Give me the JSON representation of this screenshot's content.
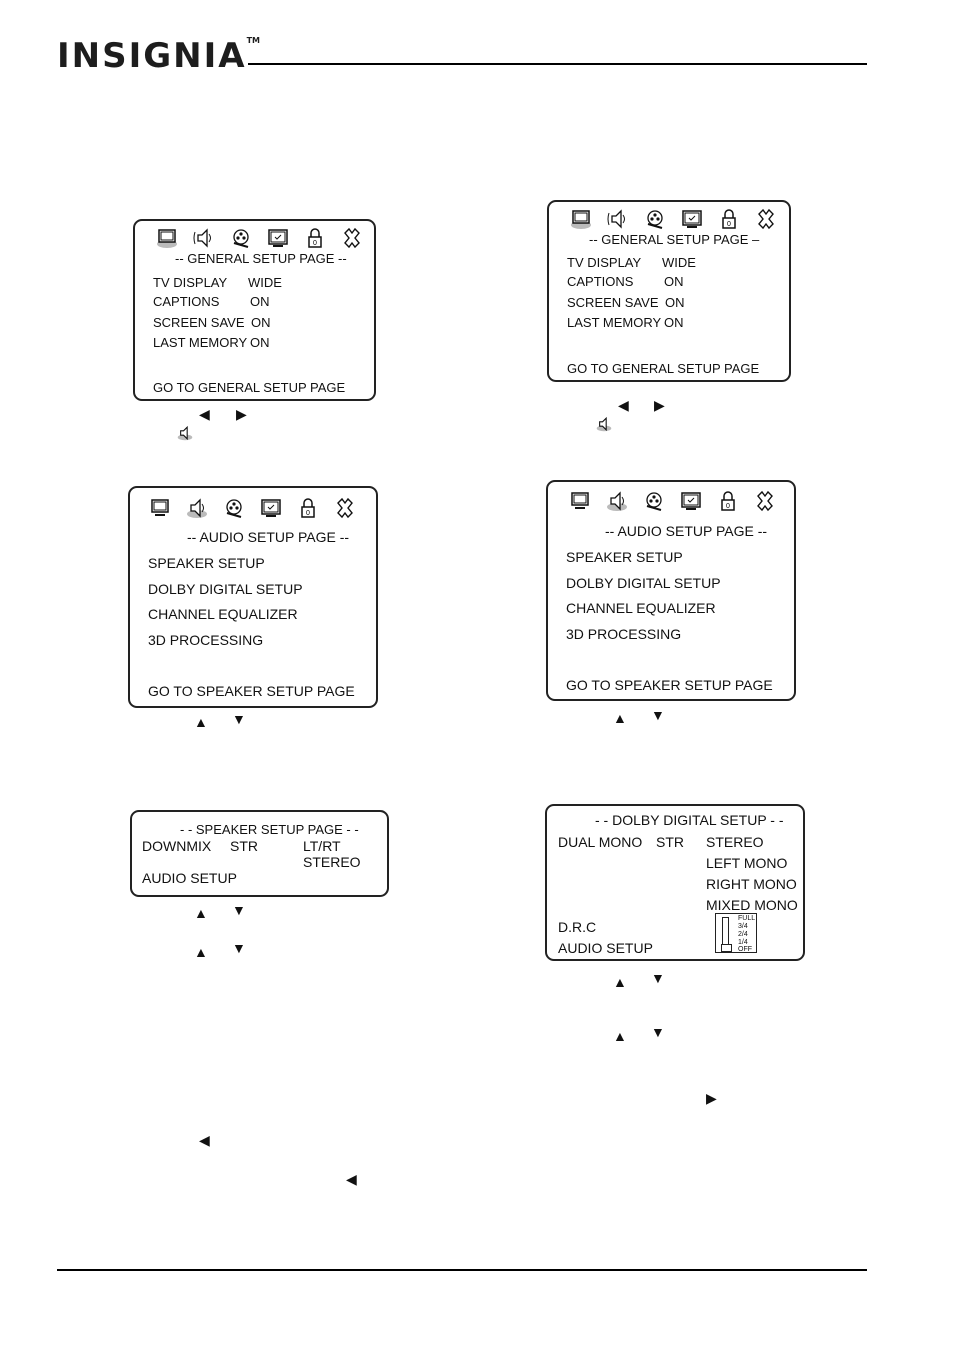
{
  "header": {
    "brand": "INSIGNIA",
    "tm": "TM"
  },
  "general_left": {
    "title": "--  GENERAL SETUP PAGE --",
    "rows": [
      {
        "label": "TV DISPLAY",
        "value": "WIDE"
      },
      {
        "label": "CAPTIONS",
        "value": "ON"
      },
      {
        "label": "SCREEN SAVE",
        "value": "ON"
      },
      {
        "label": "LAST MEMORY",
        "value": "ON"
      }
    ],
    "footer": "GO TO GENERAL SETUP PAGE"
  },
  "general_right": {
    "title": "--  GENERAL SETUP PAGE –",
    "rows": [
      {
        "label": "TV DISPLAY",
        "value": "WIDE"
      },
      {
        "label": "CAPTIONS",
        "value": "ON"
      },
      {
        "label": "SCREEN SAVE",
        "value": "ON"
      },
      {
        "label": "LAST MEMORY",
        "value": "ON"
      }
    ],
    "footer": "GO TO GENERAL SETUP PAGE"
  },
  "audio_left": {
    "title": "-- AUDIO SETUP PAGE --",
    "items": [
      "SPEAKER SETUP",
      "DOLBY DIGITAL SETUP",
      "CHANNEL EQUALIZER",
      "3D PROCESSING"
    ],
    "footer": "GO TO SPEAKER SETUP PAGE"
  },
  "audio_right": {
    "title": "-- AUDIO SETUP PAGE --",
    "items": [
      "SPEAKER SETUP",
      "DOLBY DIGITAL SETUP",
      "CHANNEL EQUALIZER",
      "3D PROCESSING"
    ],
    "footer": "GO TO SPEAKER SETUP PAGE"
  },
  "speaker": {
    "title": "- - SPEAKER SETUP PAGE - -",
    "label": "DOWNMIX",
    "value": "STR",
    "options": [
      "LT/RT",
      "STEREO"
    ],
    "footer": "AUDIO SETUP"
  },
  "dolby": {
    "title": "- - DOLBY DIGITAL SETUP  - -",
    "label": "DUAL MONO",
    "value": "STR",
    "options": [
      "STEREO",
      "LEFT MONO",
      "RIGHT MONO",
      "MIXED MONO"
    ],
    "drc": "D.R.C",
    "footer": "AUDIO SETUP",
    "levels": [
      "FULL",
      "3/4",
      "2/4",
      "1/4",
      "OFF"
    ]
  },
  "glyphs": {
    "left": "◀",
    "right": "▶",
    "up": "▲",
    "down": "▼"
  },
  "icon_names": [
    "tv-icon",
    "speaker-icon",
    "film-reel-icon",
    "preferences-icon",
    "lock-icon",
    "exit-icon"
  ]
}
